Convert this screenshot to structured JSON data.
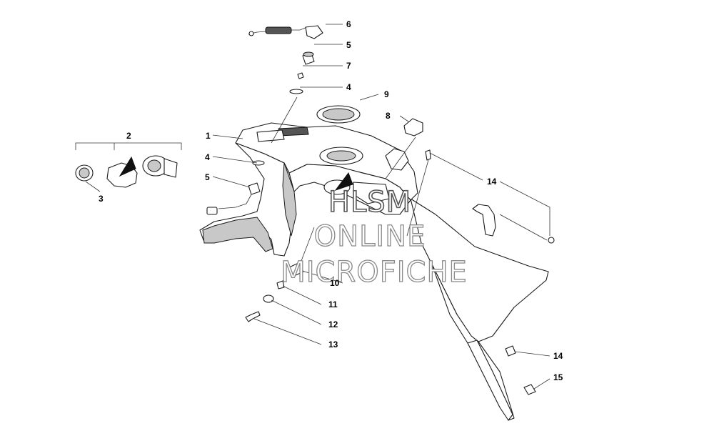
{
  "callouts": {
    "c1": "1",
    "c2": "2",
    "c3": "3",
    "c4a": "4",
    "c4b": "4",
    "c5a": "5",
    "c5b": "5",
    "c6": "6",
    "c7": "7",
    "c8": "8",
    "c9": "9",
    "c10": "10",
    "c11": "11",
    "c12": "12",
    "c13": "13",
    "c14a": "14",
    "c14b": "14",
    "c15": "15"
  },
  "watermark": {
    "line1": "HLSM",
    "line2": "ONLINE",
    "line3": "MICROFICHE"
  }
}
